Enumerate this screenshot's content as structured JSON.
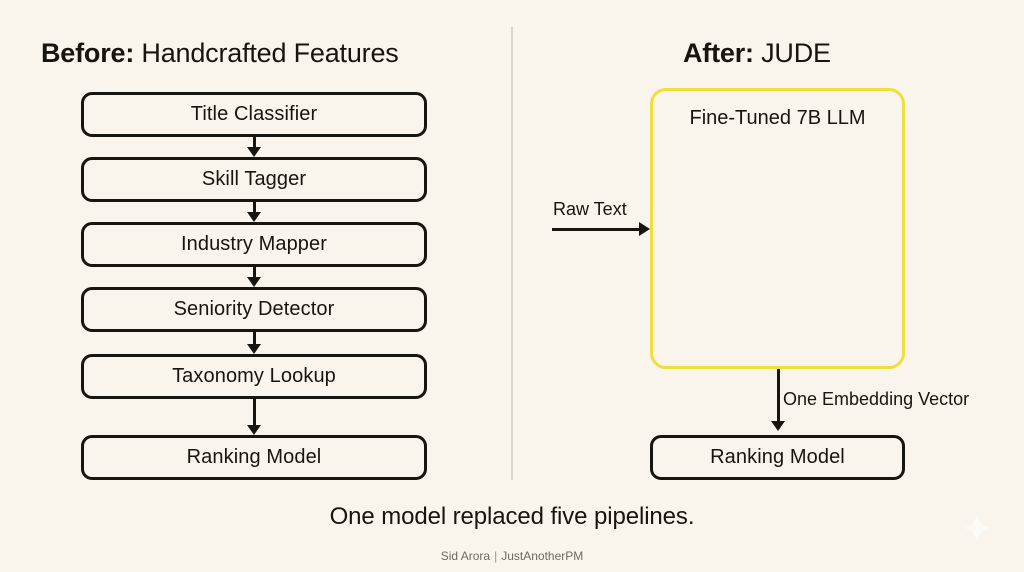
{
  "slide": {
    "background_color": "#f9f5ec",
    "text_color": "#16150f",
    "accent_color": "#f0de3c",
    "divider_color": "#d8d5cc"
  },
  "left_column": {
    "title_lead": "Before:",
    "title_rest": " Handcrafted Features",
    "nodes": [
      {
        "label": "Title Classifier"
      },
      {
        "label": "Skill Tagger"
      },
      {
        "label": "Industry Mapper"
      },
      {
        "label": "Seniority Detector"
      },
      {
        "label": "Taxonomy Lookup"
      },
      {
        "label": "Ranking Model"
      }
    ]
  },
  "right_column": {
    "title_lead": "After:",
    "title_rest": " JUDE",
    "llm_box": {
      "label": "Fine-Tuned 7B LLM",
      "border_color": "#f0de3c"
    },
    "input_arrow_label": "Raw Text",
    "output_arrow_label": "One Embedding Vector",
    "output_node": {
      "label": "Ranking Model"
    }
  },
  "caption": "One model replaced five pipelines.",
  "footer": {
    "author": "Sid Arora",
    "separator": "|",
    "handle": "JustAnotherPM"
  },
  "watermark": {
    "icon": "sparkle-icon"
  }
}
